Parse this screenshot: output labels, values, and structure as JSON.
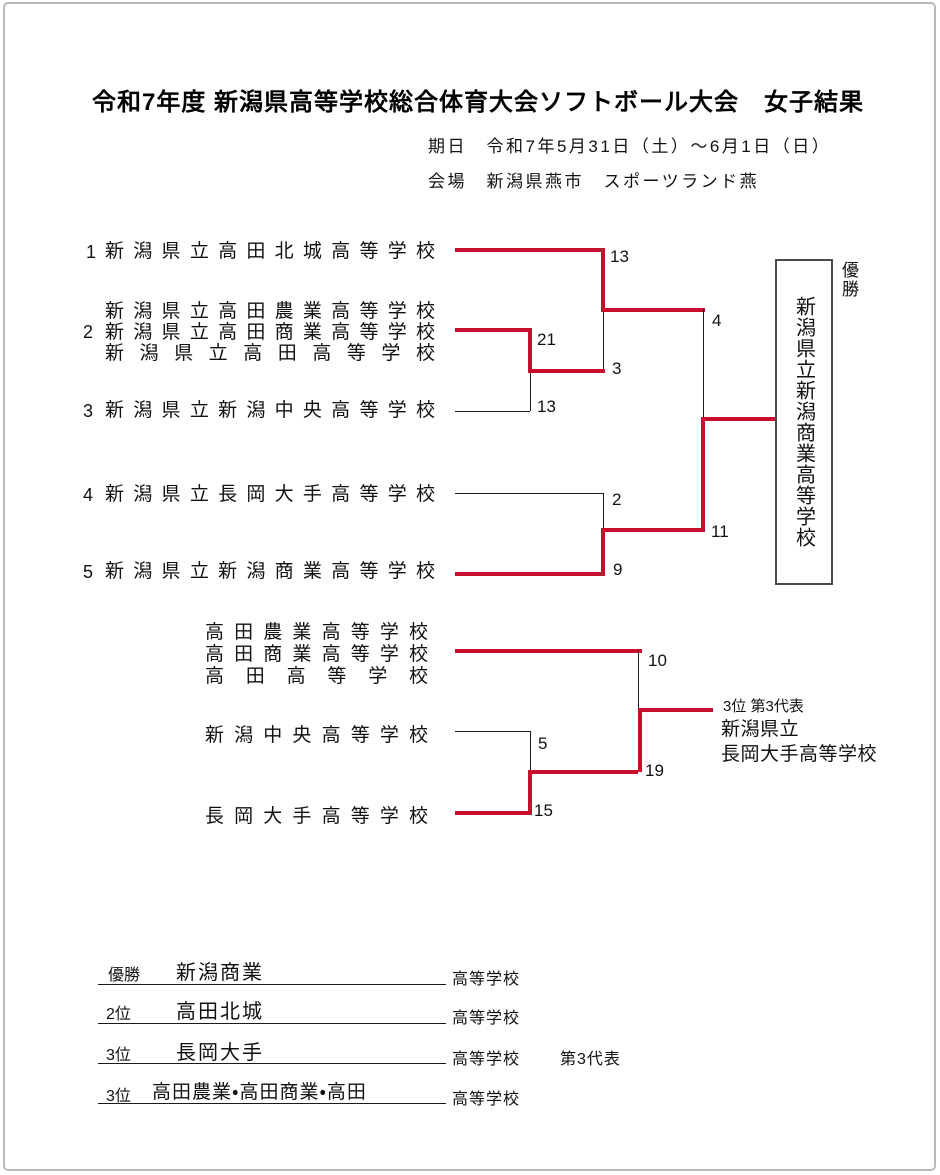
{
  "colors": {
    "accent": "#c8102e",
    "line": "#1a1a1a"
  },
  "header": {
    "title": "令和7年度 新潟県高等学校総合体育大会ソフトボール大会　女子結果",
    "date_line": "期日　令和7年5月31日（土）～6月1日（日）",
    "venue_line": "会場　新潟県燕市　スポーツランド燕"
  },
  "bracket": {
    "teams": [
      {
        "no": "1",
        "lines": [
          "新潟県立高田北城高等学校"
        ]
      },
      {
        "no": "2",
        "lines": [
          "新潟県立高田農業高等学校",
          "新潟県立高田商業高等学校",
          "新潟県立高田高等学校"
        ]
      },
      {
        "no": "3",
        "lines": [
          "新潟県立新潟中央高等学校"
        ]
      },
      {
        "no": "4",
        "lines": [
          "新潟県立長岡大手高等学校"
        ]
      },
      {
        "no": "5",
        "lines": [
          "新潟県立新潟商業高等学校"
        ]
      }
    ],
    "scores": {
      "semi1_top": "13",
      "semi1_bottom": "3",
      "qf_top": "21",
      "qf_bottom": "13",
      "final_top": "4",
      "final_bottom": "11",
      "semi2_top": "2",
      "semi2_bottom": "9"
    },
    "champion": {
      "label": "優勝",
      "name": "新潟県立新潟商業高等学校"
    }
  },
  "consolation": {
    "group_lines": [
      "高田農業高等学校",
      "高田商業高等学校",
      "高田高等学校"
    ],
    "team_b": "新潟中央高等学校",
    "team_c": "長岡大手高等学校",
    "scores": {
      "final_top": "10",
      "final_bottom": "19",
      "semi_top": "5",
      "semi_bottom": "15"
    },
    "result": {
      "label": "3位 第3代表",
      "name_line1": "新潟県立",
      "name_line2": "長岡大手高等学校"
    }
  },
  "results": {
    "rows": [
      {
        "rank": "優勝",
        "name": "新潟商業",
        "suffix": "高等学校",
        "note": ""
      },
      {
        "rank": "2位",
        "name": "高田北城",
        "suffix": "高等学校",
        "note": ""
      },
      {
        "rank": "3位",
        "name": "長岡大手",
        "suffix": "高等学校",
        "note": "第3代表"
      },
      {
        "rank": "3位",
        "name": "高田農業・高田商業・高田",
        "suffix": "高等学校",
        "note": ""
      }
    ]
  }
}
